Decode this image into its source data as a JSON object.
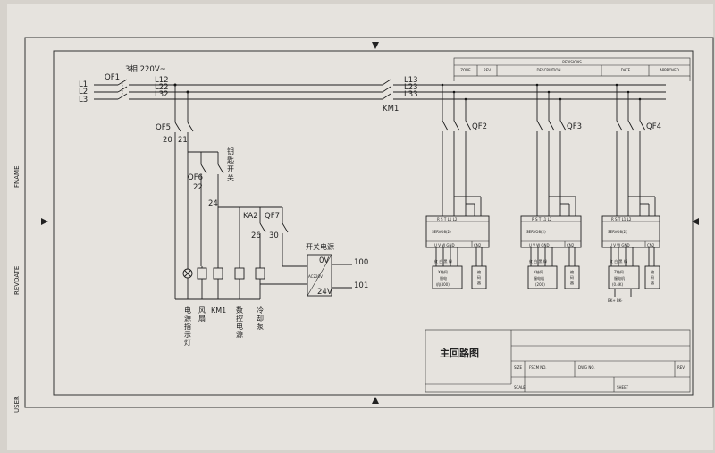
{
  "frame": {
    "vertical_labels": {
      "fname": "FNAME",
      "revdate": "REVDATE",
      "user": "USER"
    }
  },
  "revision_block": {
    "header": "REVISIONS",
    "columns": [
      "ZONE",
      "REV",
      "DESCRIPTION",
      "DATE",
      "APPROVED"
    ]
  },
  "supply": {
    "lines_in": [
      "L1",
      "L2",
      "L3"
    ],
    "main_breaker": "QF1",
    "rating": "3相 220V~",
    "lines_mid": [
      "L12",
      "L22",
      "L32"
    ],
    "contactor": "KM1",
    "lines_out": [
      "L13",
      "L23",
      "L33"
    ]
  },
  "control": {
    "breaker_qf5": "QF5",
    "qf5_terminals": [
      "20",
      "21"
    ],
    "breaker_qf6": "QF6",
    "qf6_terminal": "22",
    "key_switch": [
      "钥",
      "匙",
      "开",
      "关"
    ],
    "node_24": "24",
    "ka2": "KA2",
    "ka2_terminal": "26",
    "qf7": "QF7",
    "qf7_terminal": "30",
    "loads": [
      {
        "chars": [
          "电",
          "源",
          "指",
          "示",
          "灯"
        ]
      },
      {
        "chars": [
          "风",
          "扇"
        ]
      },
      {
        "chars": [
          "KM1"
        ]
      },
      {
        "chars": [
          "数",
          "控",
          "电",
          "源"
        ]
      },
      {
        "chars": [
          "冷",
          "却",
          "泵"
        ]
      }
    ]
  },
  "psu": {
    "title": "开关电源",
    "input_label": "AC220V",
    "out_0v": "0V",
    "out_24v": "24V",
    "wire_100": "100",
    "wire_101": "101"
  },
  "servos": [
    {
      "breaker": "QF2",
      "name": "SERVO8(2)",
      "top_terms": "R S T L1 L2",
      "bot_terms": "U V W GND",
      "cn_label": "CN2",
      "motor_terms": "红 白 黑 绿",
      "motor_lines": [
        "X轴伺",
        "服电",
        "机(400)"
      ],
      "encoder_lines": [
        "编",
        "码",
        "器"
      ],
      "extra": ""
    },
    {
      "breaker": "QF3",
      "name": "SERVO8(2)",
      "top_terms": "R S T L1 L2",
      "bot_terms": "U V W GND",
      "cn_label": "CN2",
      "motor_terms": "红 白 黑 绿",
      "motor_lines": [
        "Y轴伺",
        "服电机",
        "(200)"
      ],
      "encoder_lines": [
        "编",
        "码",
        "器"
      ],
      "extra": ""
    },
    {
      "breaker": "QF4",
      "name": "SERVO8(2)",
      "top_terms": "R S T L1 L2",
      "bot_terms": "U V W GND",
      "cn_label": "CN2",
      "motor_terms": "红 白 黑 绿",
      "motor_lines": [
        "Z轴伺",
        "服电机",
        "(0.4K)"
      ],
      "encoder_lines": [
        "编",
        "码",
        "器"
      ],
      "extra": "BK+ BK-"
    }
  ],
  "title_block": {
    "title": "主回路图",
    "size_label": "SIZE",
    "fscm_label": "FSCM NO.",
    "dwg_label": "DWG NO.",
    "rev_label": "REV",
    "scale_label": "SCALE",
    "sheet_label": "SHEET"
  }
}
